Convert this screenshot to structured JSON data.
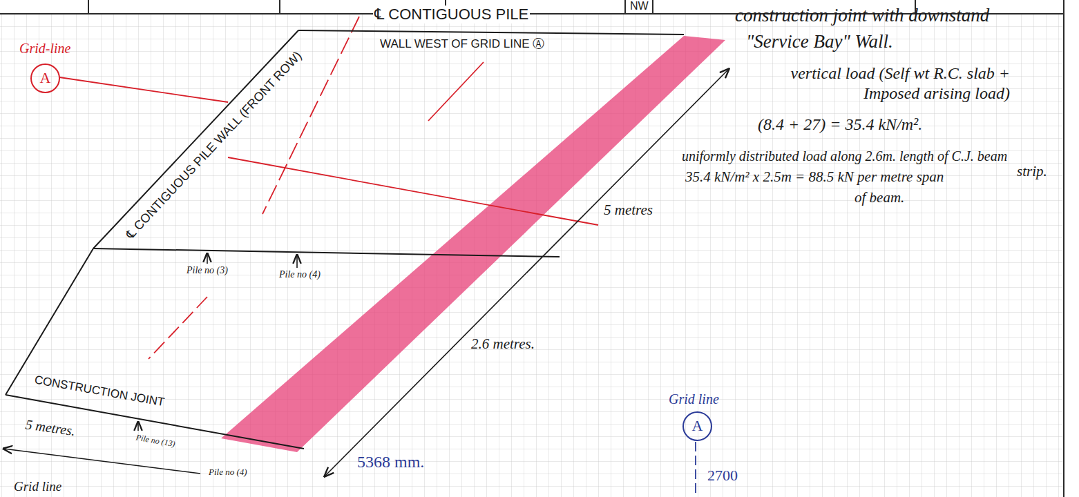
{
  "diagram": {
    "nodes": [
      {
        "text": [
          "Grid-line",
          "A"
        ]
      },
      {
        "text": [
          "Grid line",
          "A"
        ]
      }
    ],
    "labels": [
      "NW",
      "℄ CONTIGUOUS PILE",
      "WALL WEST OF GRID LINE Ⓐ",
      "construction joint with downstand",
      "\"Service Bay\" Wall.",
      "℄ CONTIGUOUS PILE WALL (FRONT ROW)",
      "vertical load (Self wt R.C. slab + Imposed arising load)",
      "(8.4 + 27) = 35.4 kN/m².",
      "uniformly distributed load along 2.6m. length of C.J. beam",
      "35.4 kN/m² x 2.5m = 88.5 kN per metre span",
      "strip.",
      "of beam.",
      "5 metres",
      "Pile no (3)",
      "Pile no (4)",
      "2.6 metres.",
      "CONSTRUCTION JOINT",
      "Pile no (13)",
      "5 metres.",
      "Pile no (4)",
      "5368 mm.",
      "2700",
      "Grid line"
    ]
  }
}
